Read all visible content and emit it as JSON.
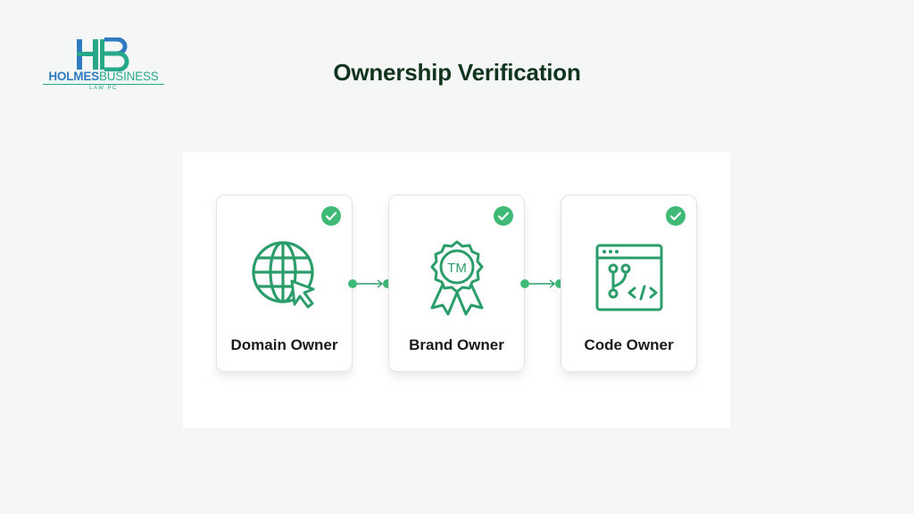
{
  "logo": {
    "monogram": "HB",
    "word_holmes": "HOLMES",
    "word_business": "BUSINESS",
    "subtitle": "LAW PC",
    "colors": {
      "blue": "#2f7bbf",
      "teal": "#27a889"
    }
  },
  "title": "Ownership Verification",
  "steps": [
    {
      "label": "Domain Owner",
      "icon": "globe-cursor-icon",
      "verified": true
    },
    {
      "label": "Brand Owner",
      "icon": "trademark-badge-icon",
      "verified": true,
      "badge_text": "TM"
    },
    {
      "label": "Code Owner",
      "icon": "code-window-icon",
      "verified": true
    }
  ],
  "colors": {
    "icon": "#2a9d6a",
    "check": "#3fba76",
    "title": "#11341f"
  }
}
